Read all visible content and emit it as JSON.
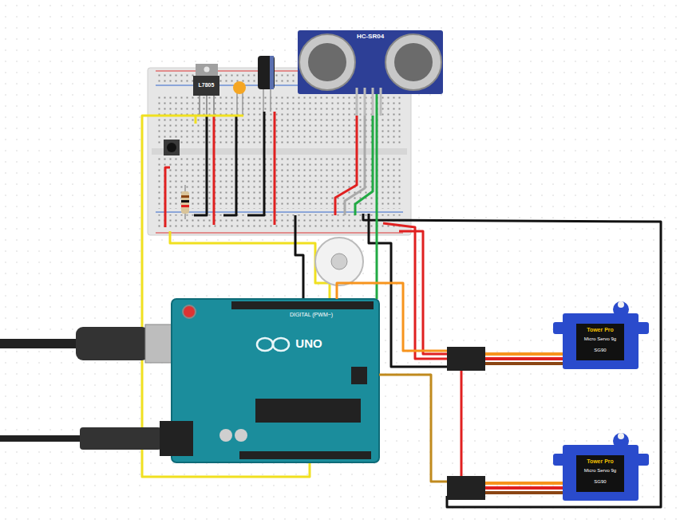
{
  "diagram": {
    "nodes": [
      {
        "text": [
          "L7805"
        ]
      },
      {
        "text": [
          "HC-SR04"
        ]
      },
      {
        "text": [
          "UNO",
          "DIGITAL (PWM~)"
        ]
      },
      {
        "text": [
          "Tower Pro",
          "Micro Servo 9g",
          "SG90"
        ]
      },
      {
        "text": [
          "Tower Pro",
          "Micro Servo 9g",
          "SG90"
        ]
      }
    ],
    "edges": [
      {
        "from": 1,
        "to": 2,
        "arrow": "none"
      },
      {
        "from": 2,
        "to": 3,
        "arrow": "none"
      },
      {
        "from": 2,
        "to": 4,
        "arrow": "none"
      }
    ]
  }
}
